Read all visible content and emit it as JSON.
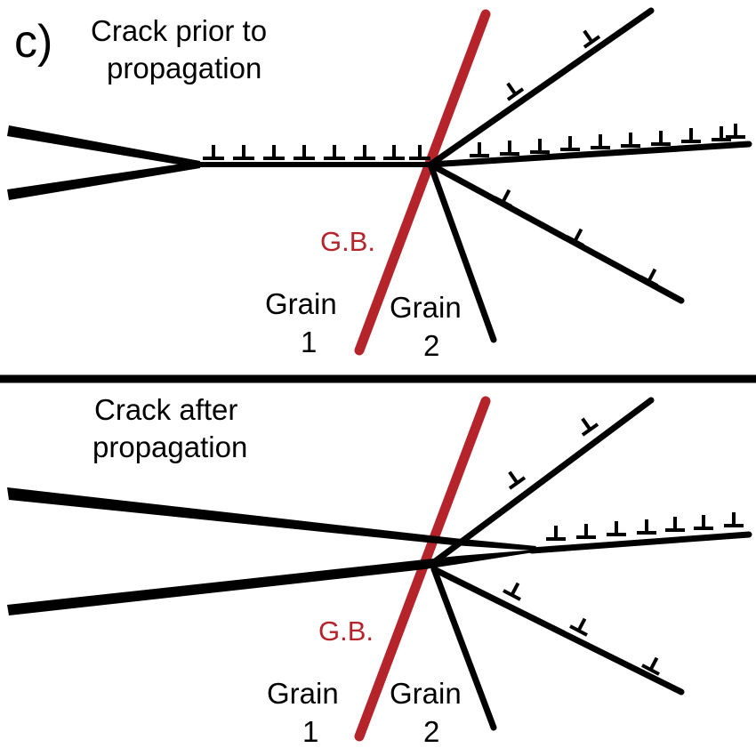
{
  "panel_label": "c)",
  "colors": {
    "grain_boundary": "#b5232b",
    "lines": "#000000",
    "background": "#ffffff"
  },
  "top": {
    "title_lines": [
      "Crack prior to",
      "propagation"
    ],
    "gb_label": "G.B.",
    "grain1_lines": [
      "Grain",
      "1"
    ],
    "grain2_lines": [
      "Grain",
      "2"
    ]
  },
  "bottom": {
    "title_lines": [
      "Crack after",
      "propagation"
    ],
    "gb_label": "G.B.",
    "grain1_lines": [
      "Grain",
      "1"
    ],
    "grain2_lines": [
      "Grain",
      "2"
    ]
  }
}
